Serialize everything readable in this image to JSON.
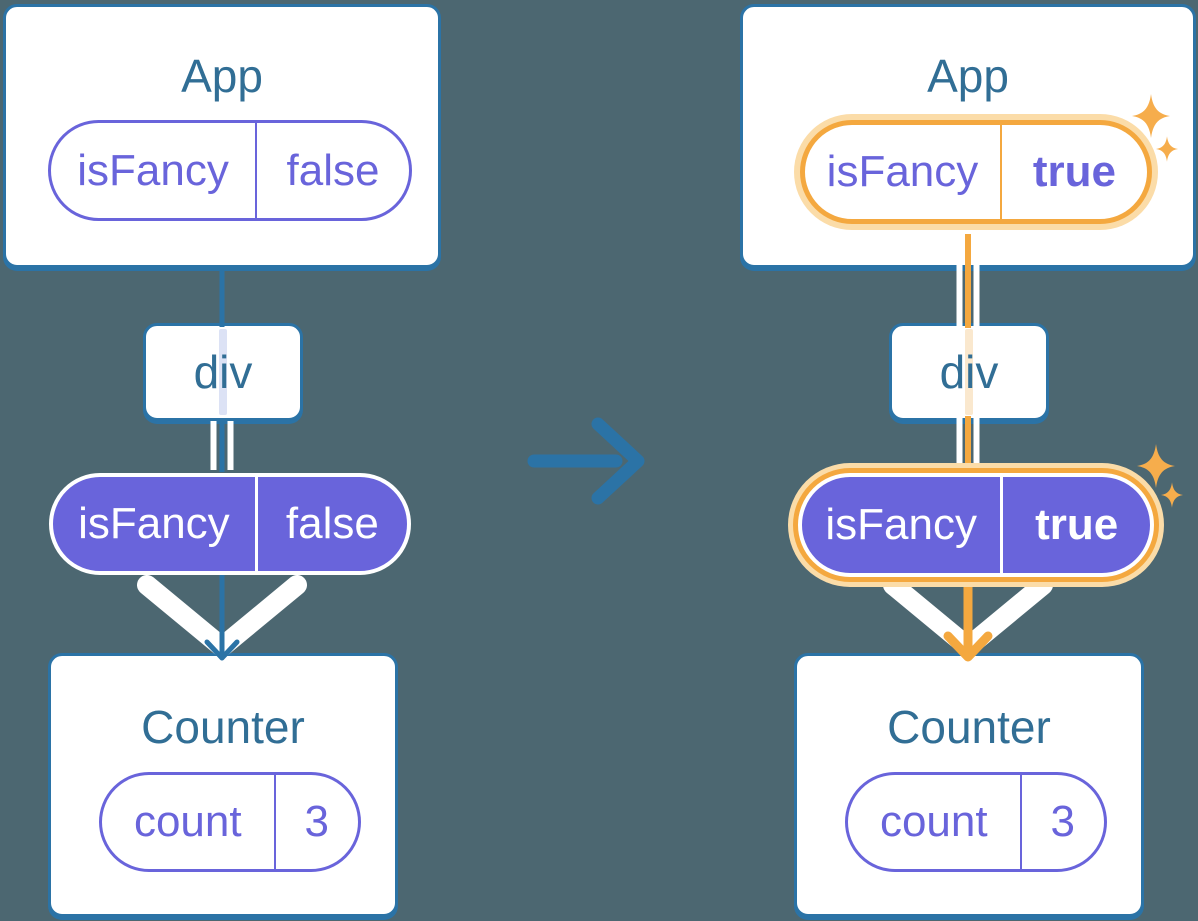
{
  "theme": {
    "bg": "#4C6771",
    "edge": "#2B73A6",
    "title": "#316E95",
    "purple": "#6964DB",
    "purple-fill": "#6964DB",
    "orange": "#F4A83F",
    "orange-glow": "#FBDCA8",
    "sparkle": "#F6AD4C",
    "track-before": "#DCE2F5",
    "track-after": "#FAE8CE"
  },
  "before": {
    "app": {
      "title": "App",
      "pill": {
        "name": "isFancy",
        "value": "false"
      }
    },
    "div": {
      "label": "div"
    },
    "prop": {
      "name": "isFancy",
      "value": "false"
    },
    "counter": {
      "title": "Counter",
      "pill": {
        "name": "count",
        "value": "3"
      }
    }
  },
  "after": {
    "app": {
      "title": "App",
      "pill": {
        "name": "isFancy",
        "value": "true"
      }
    },
    "div": {
      "label": "div"
    },
    "prop": {
      "name": "isFancy",
      "value": "true"
    },
    "counter": {
      "title": "Counter",
      "pill": {
        "name": "count",
        "value": "3"
      }
    }
  },
  "transition": {
    "icon": "arrow-right"
  }
}
